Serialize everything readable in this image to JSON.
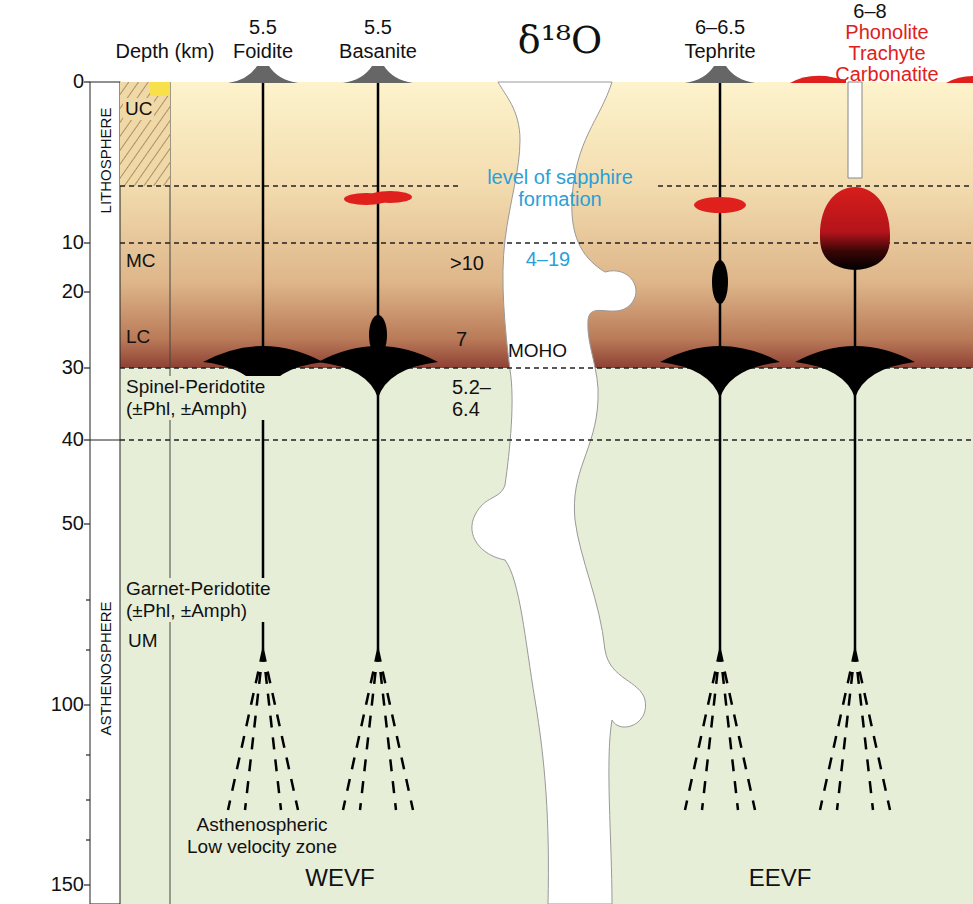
{
  "diagram": {
    "labels": [
      "Depth (km)",
      "0",
      "10",
      "20",
      "30",
      "40",
      "50",
      "100",
      "150",
      "LITHOSPHERE",
      "ASTHENOSPHERE",
      "UC",
      "MC",
      "LC",
      "Spinel-Peridotite (±Phl, ±Amph)",
      "Garnet-Peridotite (±Phl, ±Amph)",
      "UM",
      "Asthenospheric Low velocity zone",
      "WEVF",
      "EEVF",
      "5.5",
      "Foidite",
      "5.5",
      "Basanite",
      "δ¹⁸O",
      "6–6.5",
      "Tephrite",
      "6–8",
      "Phonolite Trachyte Carbonatite",
      "level of sapphire formation",
      "4–19",
      ">10",
      "7",
      "MOHO",
      "5.2– 6.4"
    ]
  }
}
